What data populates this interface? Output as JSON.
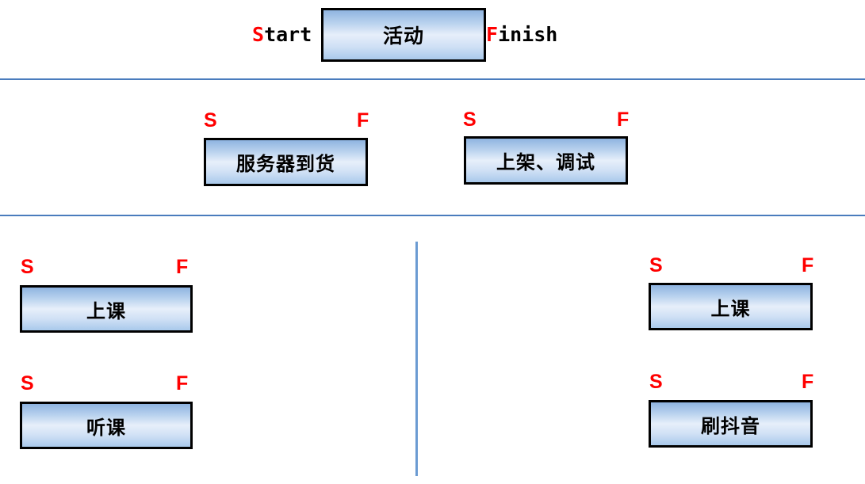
{
  "slide": {
    "background_color": "#ffffff",
    "accent_rule_color": "#4a7cbd",
    "marker_color": "#ff0000",
    "box_border_color": "#000000",
    "box_gradient_top": "#8fb4e0",
    "box_gradient_mid": "#e7effa",
    "box_gradient_bottom": "#a9c9eb"
  },
  "legend_row": {
    "start_label_hot": "S",
    "start_label_rest": "tart",
    "finish_label_hot": "F",
    "finish_label_rest": "inish",
    "box_text": "活动"
  },
  "markers": {
    "start": "S",
    "finish": "F"
  },
  "section_two": {
    "boxes": [
      {
        "text": "服务器到货",
        "start": "S",
        "finish": "F"
      },
      {
        "text": "上架、调试",
        "start": "S",
        "finish": "F"
      }
    ]
  },
  "section_three": {
    "left_column": [
      {
        "text": "上课",
        "start": "S",
        "finish": "F"
      },
      {
        "text": "听课",
        "start": "S",
        "finish": "F"
      }
    ],
    "right_column": [
      {
        "text": "上课",
        "start": "S",
        "finish": "F"
      },
      {
        "text": "刷抖音",
        "start": "S",
        "finish": "F"
      }
    ]
  }
}
